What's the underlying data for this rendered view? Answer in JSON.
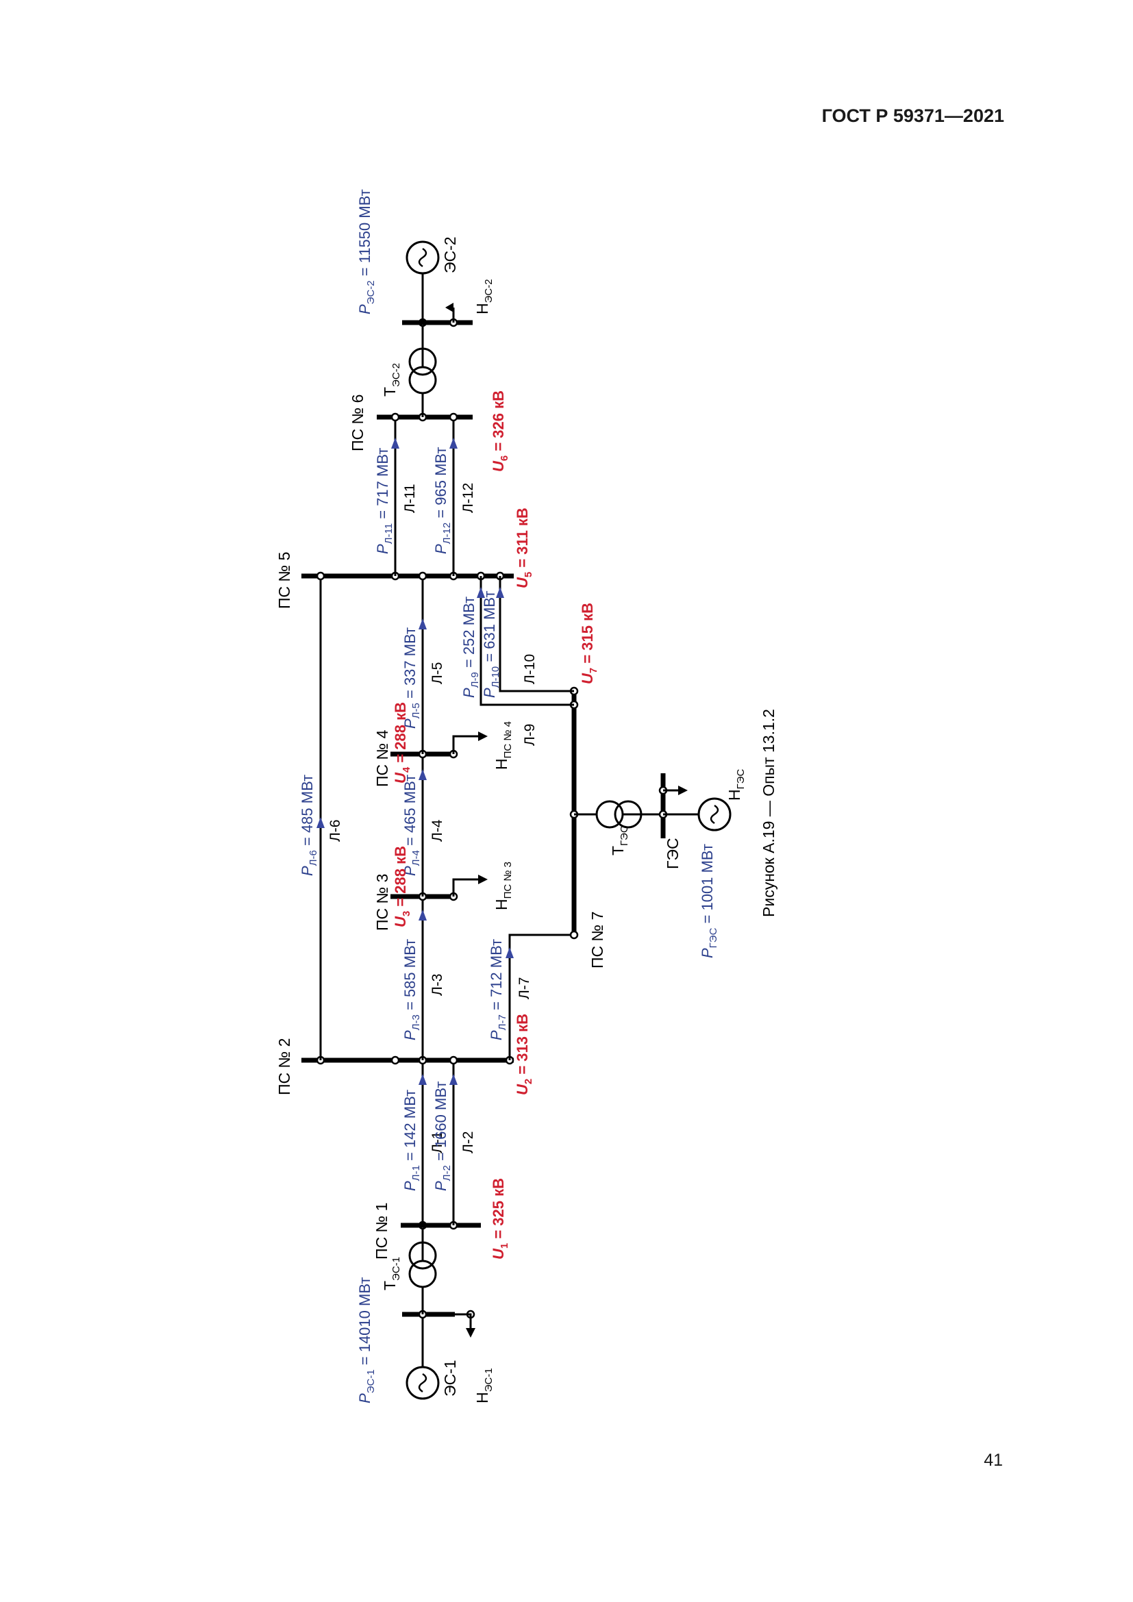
{
  "header": {
    "doc_code": "ГОСТ Р 59371—2021"
  },
  "footer": {
    "page_number": "41"
  },
  "figure": {
    "caption": "Рисунок А.19 — Опыт 13.1.2"
  },
  "stations": {
    "ps1": "ПС № 1",
    "ps2": "ПС № 2",
    "ps3": "ПС № 3",
    "ps4": "ПС № 4",
    "ps5": "ПС № 5",
    "ps6": "ПС № 6",
    "ps7": "ПС № 7",
    "ges": "ГЭС"
  },
  "lines": {
    "l1": "Л-1",
    "l2": "Л-2",
    "l3": "Л-3",
    "l4": "Л-4",
    "l5": "Л-5",
    "l6": "Л-6",
    "l7": "Л-7",
    "l9": "Л-9",
    "l10": "Л-10",
    "l11": "Л-11",
    "l12": "Л-12"
  },
  "generators": {
    "es1": "ЭС-1",
    "es2": "ЭС-2",
    "t_letter": "Т",
    "es1_sub": "ЭС-1",
    "es2_sub": "ЭС-2",
    "ges_sub": "ГЭС",
    "h_letter": "Н",
    "ps3_sub": "ПС № 3",
    "ps4_sub": "ПС № 4"
  },
  "powers": {
    "p_letter": "P",
    "es1": {
      "sub": "ЭС-1",
      "val": " = 14010 МВт"
    },
    "es2": {
      "sub": "ЭС-2",
      "val": " = 11550 МВт"
    },
    "ges": {
      "sub": "ГЭС",
      "val": " = 1001 МВт"
    },
    "l1": {
      "sub": "Л-1",
      "val": " = 142 МВт"
    },
    "l2": {
      "sub": "Л-2",
      "val": " = 1660 МВт"
    },
    "l3": {
      "sub": "Л-3",
      "val": " = 585 МВт"
    },
    "l4": {
      "sub": "Л-4",
      "val": " = 465 МВт"
    },
    "l5": {
      "sub": "Л-5",
      "val": " = 337 МВт"
    },
    "l6": {
      "sub": "Л-6",
      "val": " = 485 МВт"
    },
    "l7": {
      "sub": "Л-7",
      "val": " = 712 МВт"
    },
    "l9": {
      "sub": "Л-9",
      "val": " = 252 МВт"
    },
    "l10": {
      "sub": "Л-10",
      "val": " = 631 МВт"
    },
    "l11": {
      "sub": "Л-11",
      "val": " = 717 МВт"
    },
    "l12": {
      "sub": "Л-12",
      "val": " = 965 МВт"
    }
  },
  "voltages": {
    "u_letter": "U",
    "u1": {
      "sub": "1",
      "val": " = 325 кВ"
    },
    "u2": {
      "sub": "2",
      "val": " = 313 кВ"
    },
    "u3": {
      "sub": "3",
      "val": " = 288 кВ"
    },
    "u4": {
      "sub": "4",
      "val": " = 288 кВ"
    },
    "u5": {
      "sub": "5",
      "val": " = 311 кВ"
    },
    "u6": {
      "sub": "6",
      "val": " = 326 кВ"
    },
    "u7": {
      "sub": "7",
      "val": " = 315 кВ"
    }
  },
  "colors": {
    "power_label": "#2b3f8c",
    "voltage_label": "#d01f2f",
    "flow_arrow": "#3847a0"
  }
}
